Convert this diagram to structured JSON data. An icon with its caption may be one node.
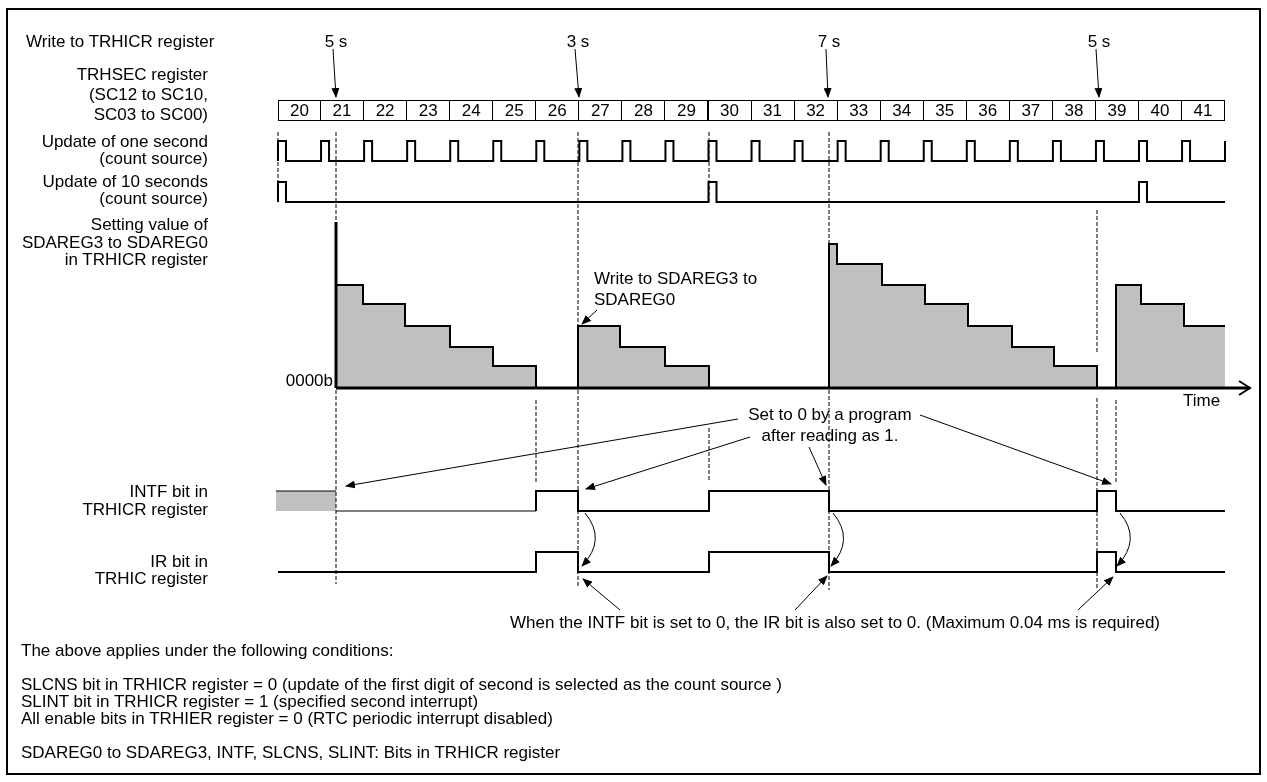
{
  "diagram": {
    "nodes": [
      {
        "text": [
          "5 s"
        ]
      },
      {
        "text": [
          "3 s"
        ]
      },
      {
        "text": [
          "7 s"
        ]
      },
      {
        "text": [
          "5 s"
        ]
      },
      {
        "text": [
          "Write to SDAREG3 to SDAREG0"
        ]
      },
      {
        "text": [
          "Set to 0 by a program after reading as 1."
        ]
      },
      {
        "text": [
          "When the INTF bit is set to 0, the IR bit is also set to 0. (Maximum 0.04 ms is required)"
        ]
      },
      {
        "text": [
          "20"
        ]
      },
      {
        "text": [
          "21"
        ]
      },
      {
        "text": [
          "22"
        ]
      },
      {
        "text": [
          "23"
        ]
      },
      {
        "text": [
          "24"
        ]
      },
      {
        "text": [
          "25"
        ]
      },
      {
        "text": [
          "26"
        ]
      },
      {
        "text": [
          "27"
        ]
      },
      {
        "text": [
          "28"
        ]
      },
      {
        "text": [
          "29"
        ]
      },
      {
        "text": [
          "30"
        ]
      },
      {
        "text": [
          "31"
        ]
      },
      {
        "text": [
          "32"
        ]
      },
      {
        "text": [
          "33"
        ]
      },
      {
        "text": [
          "34"
        ]
      },
      {
        "text": [
          "35"
        ]
      },
      {
        "text": [
          "36"
        ]
      },
      {
        "text": [
          "37"
        ]
      },
      {
        "text": [
          "38"
        ]
      },
      {
        "text": [
          "39"
        ]
      },
      {
        "text": [
          "40"
        ]
      },
      {
        "text": [
          "41"
        ]
      },
      {
        "text": [],
        "shape": "area"
      },
      {
        "text": [],
        "shape": "area"
      },
      {
        "text": [],
        "shape": "area"
      },
      {
        "text": [],
        "shape": "area"
      },
      {
        "text": [],
        "shape": "line"
      },
      {
        "text": [],
        "shape": "line"
      }
    ],
    "edges": [
      {
        "from": 0,
        "to": 8,
        "arrow": "to"
      },
      {
        "from": 1,
        "to": 14,
        "arrow": "to"
      },
      {
        "from": 2,
        "to": 19,
        "arrow": "to"
      },
      {
        "from": 3,
        "to": 26,
        "arrow": "to"
      },
      {
        "from": 4,
        "to": 30,
        "arrow": "to"
      },
      {
        "from": 5,
        "to": 33,
        "arrow": "to"
      },
      {
        "from": 5,
        "to": 33,
        "arrow": "to"
      },
      {
        "from": 5,
        "to": 33,
        "arrow": "to"
      },
      {
        "from": 5,
        "to": 33,
        "arrow": "to"
      },
      {
        "from": 6,
        "to": 34,
        "arrow": "to"
      },
      {
        "from": 6,
        "to": 34,
        "arrow": "to"
      },
      {
        "from": 6,
        "to": 34,
        "arrow": "to"
      },
      {
        "from": 33,
        "to": 34,
        "arrow": "to"
      },
      {
        "from": 33,
        "to": 34,
        "arrow": "to"
      },
      {
        "from": 33,
        "to": 34,
        "arrow": "to"
      }
    ],
    "labels": [
      "Write to TRHICR register",
      "TRHSEC register (SC12 to SC10, SC03 to SC00)",
      "Update of one second (count source)",
      "Update of 10 seconds (count source)",
      "Setting value of SDAREG3 to SDAREG0 in TRHICR register",
      "0000b",
      "Time",
      "INTF bit in TRHICR register",
      "IR bit in TRHIC register",
      "The above applies under the following conditions:",
      "SLCNS bit in TRHICR register = 0 (update of the first digit of second is selected as the count source )",
      "SLINT bit in TRHICR register = 1 (specified second interrupt)",
      "All enable bits in TRHIER register = 0 (RTC periodic interrupt disabled)",
      "SDAREG0 to SDAREG3, INTF, SLCNS, SLINT: Bits in TRHICR register"
    ]
  }
}
